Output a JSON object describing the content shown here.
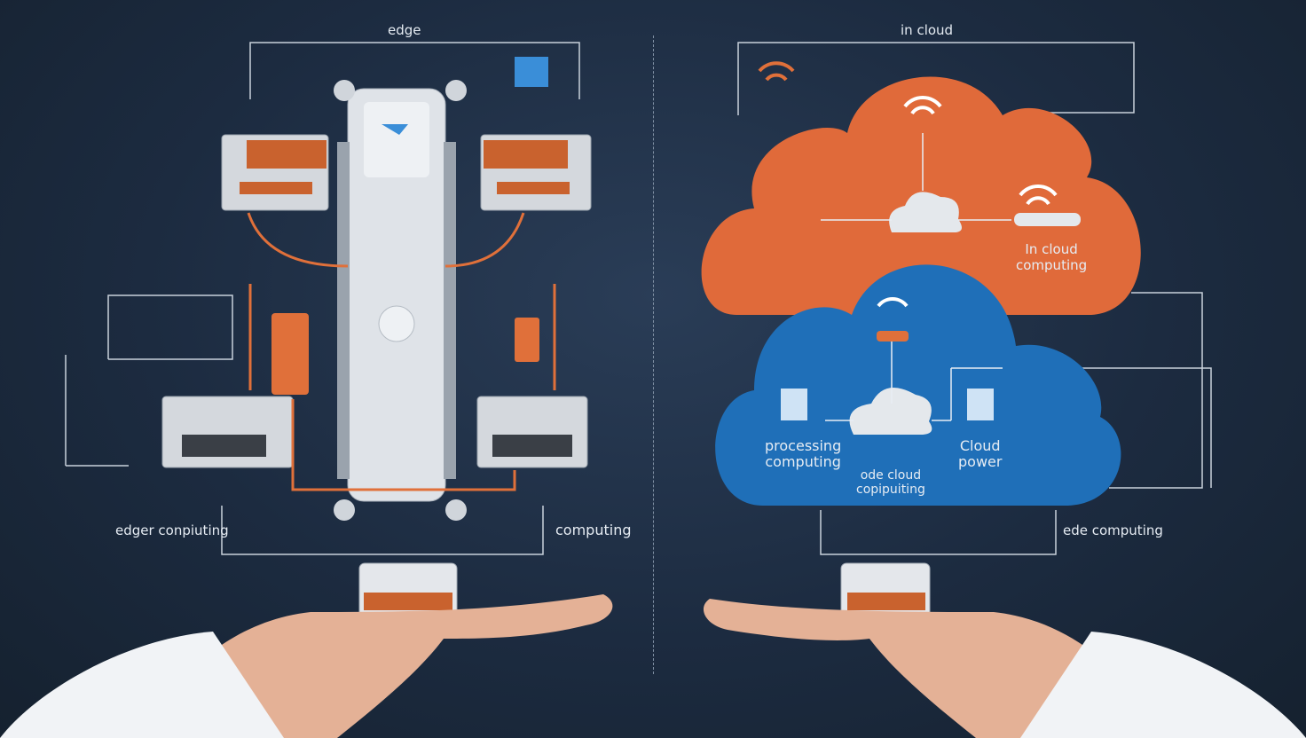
{
  "left_panel": {
    "title": "edge",
    "label_left": "edger conpiuting",
    "label_right": "computing"
  },
  "right_panel": {
    "title": "in cloud",
    "orange_cloud_label": [
      "In cloud",
      "computing"
    ],
    "blue_cloud_left_label": [
      "processing",
      "computing"
    ],
    "blue_cloud_right_label": [
      "Cloud",
      "power"
    ],
    "blue_cloud_center_label": [
      "ode cloud",
      "copipuiting"
    ],
    "label_right": "ede computing"
  },
  "colors": {
    "background": "#1c2b40",
    "orange_cloud": "#e06a3a",
    "blue_cloud": "#1f6fb8",
    "device": "#d9dde2",
    "cable": "#e0703a"
  }
}
